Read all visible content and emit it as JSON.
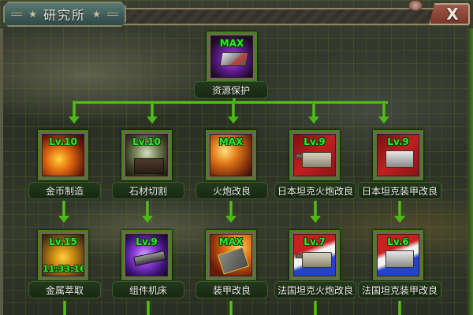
{
  "window": {
    "title": "研究所",
    "close_label": "X",
    "icons": {
      "title_left": "star-icon",
      "title_right": "star-icon",
      "close": "close-icon",
      "clock": "clock-icon"
    }
  },
  "colors": {
    "level_text": "#2ee82a",
    "connector": "#4cb818",
    "close_button": "#8a3e30",
    "title_plate": "#466562"
  },
  "tree": {
    "root": {
      "name": "资源保护",
      "level": "MAX",
      "icon": "resource-protection-icon"
    },
    "tier1": [
      {
        "name": "金币制造",
        "level": "Lv.10",
        "icon": "gold-minting-icon"
      },
      {
        "name": "石材切割",
        "level": "Lv.10",
        "icon": "stone-cutting-icon"
      },
      {
        "name": "火炮改良",
        "level": "MAX",
        "icon": "artillery-upgrade-icon"
      },
      {
        "name": "日本坦克火炮改良",
        "level": "Lv.9",
        "icon": "japan-tank-cannon-icon"
      },
      {
        "name": "日本坦克装甲改良",
        "level": "Lv.9",
        "icon": "japan-tank-armor-icon"
      }
    ],
    "tier2": [
      {
        "name": "金属萃取",
        "level": "Lv.15",
        "timer": "11:33:16",
        "icon": "metal-extraction-icon"
      },
      {
        "name": "组件机床",
        "level": "Lv.9",
        "icon": "component-lathe-icon"
      },
      {
        "name": "装甲改良",
        "level": "MAX",
        "icon": "armor-upgrade-icon"
      },
      {
        "name": "法国坦克火炮改良",
        "level": "Lv.7",
        "icon": "france-tank-cannon-icon"
      },
      {
        "name": "法国坦克装甲改良",
        "level": "Lv.6",
        "icon": "france-tank-armor-icon"
      }
    ]
  }
}
